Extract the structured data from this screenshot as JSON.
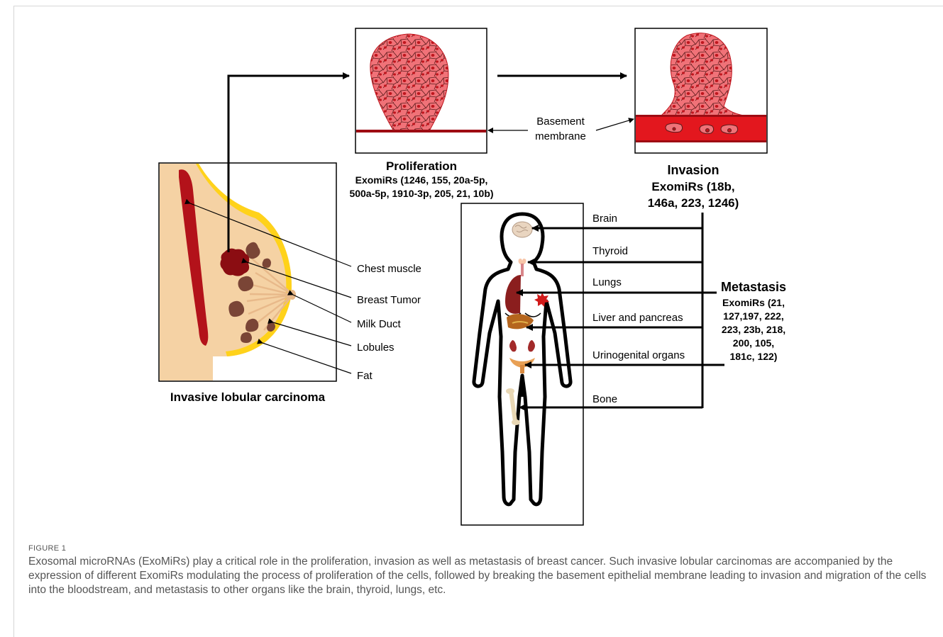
{
  "figure": {
    "breast_panel": {
      "title": "Invasive lobular carcinoma",
      "labels": {
        "chest_muscle": "Chest muscle",
        "breast_tumor": "Breast Tumor",
        "milk_duct": "Milk Duct",
        "lobules": "Lobules",
        "fat": "Fat"
      }
    },
    "proliferation": {
      "title": "Proliferation",
      "line1": "ExomiRs (1246, 155, 20a-5p,",
      "line2": "500a-5p, 1910-3p, 205, 21, 10b)"
    },
    "basement": {
      "line1": "Basement",
      "line2": "membrane"
    },
    "invasion": {
      "title": "Invasion",
      "line1": "ExomiRs (18b,",
      "line2": "146a, 223, 1246)"
    },
    "organs": {
      "brain": "Brain",
      "thyroid": "Thyroid",
      "lungs": "Lungs",
      "liver": "Liver and pancreas",
      "urinogenital": "Urinogenital organs",
      "bone": "Bone"
    },
    "metastasis": {
      "title": "Metastasis",
      "lines": [
        "ExomiRs (21,",
        "127,197, 222,",
        "223, 23b, 218,",
        "200, 105,",
        "181c, 122)"
      ]
    },
    "colors": {
      "cell_fill": "#f07278",
      "nucleus": "#c0161e",
      "membrane": "#9e0c13",
      "vessel": "#e3171e",
      "skin": "#f5d2a4",
      "fat": "#ffd21a",
      "muscle": "#b3121a",
      "lobule": "#7a4536",
      "tumor": "#8b0d12"
    }
  },
  "caption": {
    "label": "FIGURE 1",
    "text": "Exosomal microRNAs (ExoMiRs) play a critical role in the proliferation, invasion as well as metastasis of breast cancer. Such invasive lobular carcinomas are accompanied by the expression of different ExomiRs modulating the process of proliferation of the cells, followed by breaking the basement epithelial membrane leading to invasion and migration of the cells into the bloodstream, and metastasis to other organs like the brain, thyroid, lungs, etc."
  }
}
